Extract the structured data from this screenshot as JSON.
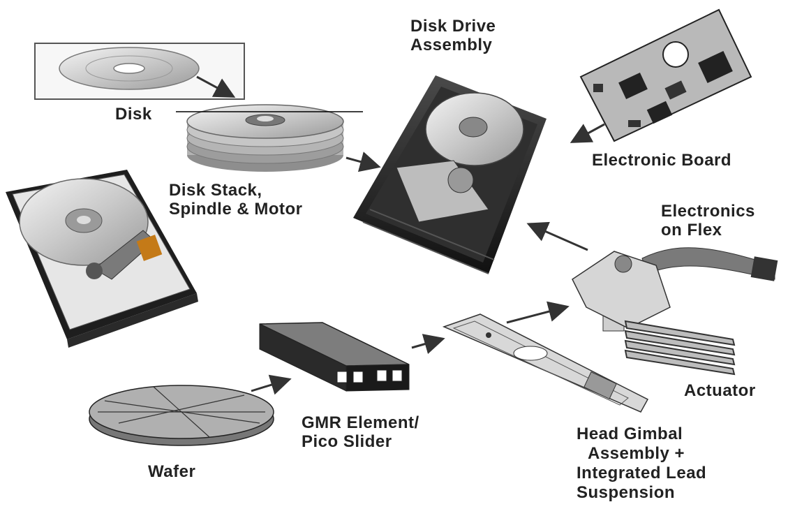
{
  "labels": {
    "disk": "Disk",
    "disk_stack": [
      "Disk Stack,",
      "Spindle & Motor"
    ],
    "disk_drive_assembly": [
      "Disk Drive",
      "Assembly"
    ],
    "electronic_board": "Electronic Board",
    "electronics_on_flex": [
      "Electronics",
      "on Flex"
    ],
    "actuator": "Actuator",
    "gmr_element": [
      "GMR Element/",
      "Pico Slider"
    ],
    "wafer": "Wafer",
    "head_gimbal": [
      "Head Gimbal",
      "Assembly +",
      "Integrated Lead",
      "Suspension"
    ]
  },
  "colors": {
    "ink": "#222222",
    "metal_light": "#d8d8d8",
    "metal_mid": "#a9a9a9",
    "metal_dark": "#3a3a3a",
    "arrow": "#333333"
  }
}
